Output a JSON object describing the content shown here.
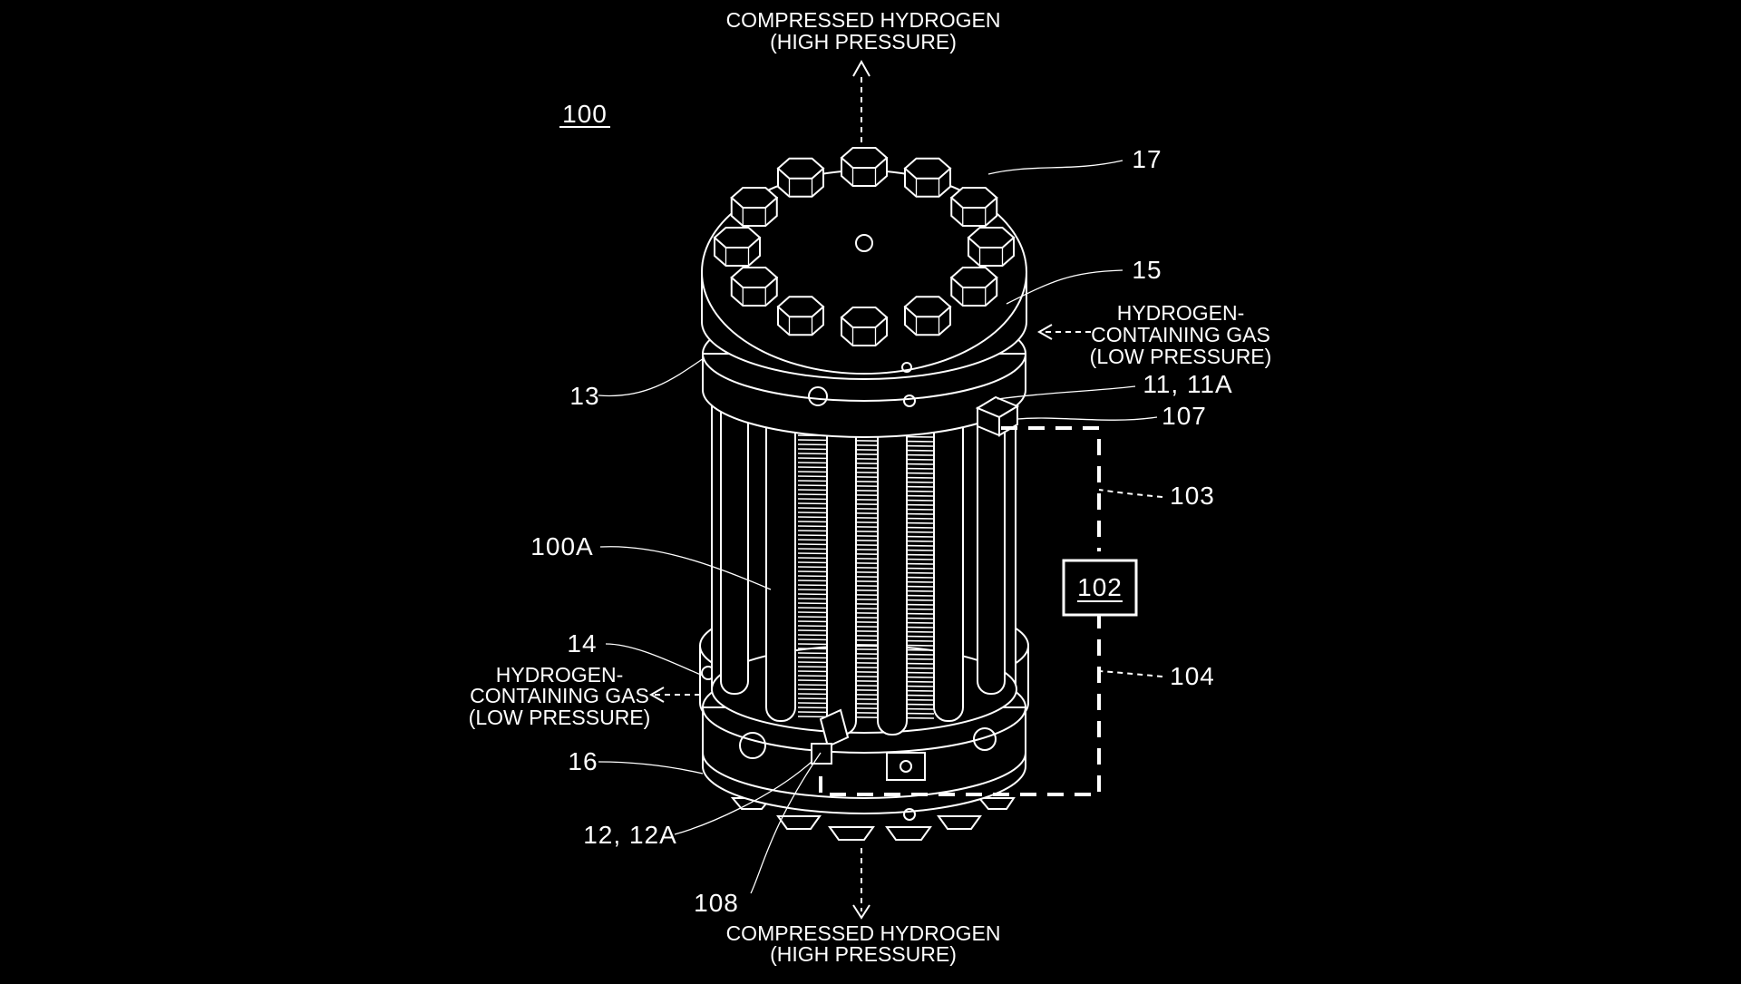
{
  "figure": {
    "device_label": "100",
    "flows": {
      "top_output_line1": "COMPRESSED HYDROGEN",
      "top_output_line2": "(HIGH PRESSURE)",
      "bottom_output_line1": "COMPRESSED HYDROGEN",
      "bottom_output_line2": "(HIGH PRESSURE)",
      "right_input_line1": "HYDROGEN-",
      "right_input_line2": "CONTAINING GAS",
      "right_input_line3": "(LOW PRESSURE)",
      "left_input_line1": "HYDROGEN-",
      "left_input_line2": "CONTAINING GAS",
      "left_input_line3": "(LOW PRESSURE)"
    },
    "reference_numerals": {
      "bolts": "17",
      "top_end_plate": "15",
      "top_holder": "13",
      "anode_terminal": "11, 11A",
      "sensor_top": "107",
      "wire_top": "103",
      "controller": "102",
      "wire_bottom": "104",
      "stack": "100A",
      "bottom_holder": "14",
      "bottom_end_plate": "16",
      "cathode_terminal": "12, 12A",
      "sensor_bottom": "108"
    }
  },
  "colors": {
    "background": "#000000",
    "line": "#ffffff"
  }
}
